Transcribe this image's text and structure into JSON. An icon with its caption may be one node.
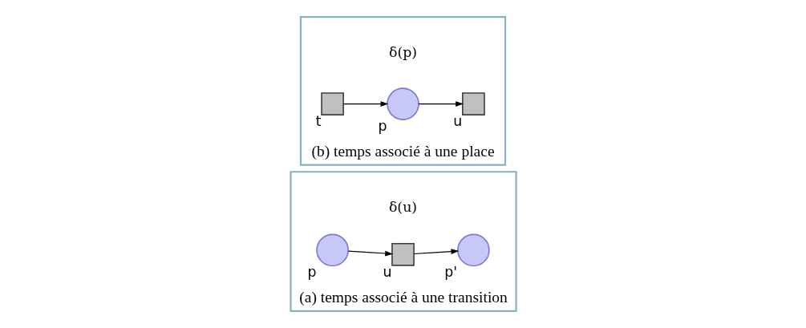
{
  "diagram": {
    "nodes": [
      {
        "text": [
          "(a) temps associé à une transition"
        ]
      },
      {
        "text": [
          "p"
        ],
        "in": 0
      },
      {
        "text": [
          "u"
        ],
        "in": 0,
        "beside": [
          "δ(u)"
        ]
      },
      {
        "text": [
          "p'"
        ],
        "in": 0
      },
      {
        "text": [
          "(b) temps associé à une place"
        ]
      },
      {
        "text": [
          "t"
        ],
        "in": 4
      },
      {
        "text": [
          "p"
        ],
        "in": 4,
        "beside": [
          "δ(p)"
        ]
      },
      {
        "text": [
          "u"
        ],
        "in": 4
      }
    ],
    "edges": [
      {
        "from": 1,
        "to": 2,
        "arrow": "to"
      },
      {
        "from": 2,
        "to": 3,
        "arrow": "to"
      },
      {
        "from": 5,
        "to": 6,
        "arrow": "to"
      },
      {
        "from": 6,
        "to": 7,
        "arrow": "to"
      }
    ]
  }
}
